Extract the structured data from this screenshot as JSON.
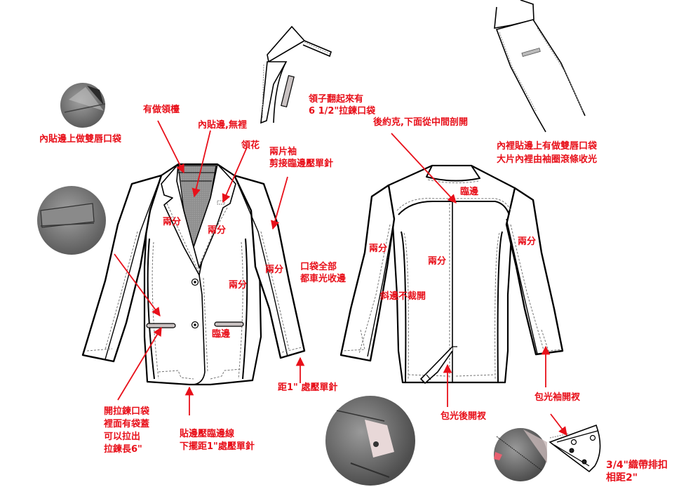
{
  "colors": {
    "annotation": "#e8101a",
    "outline": "#000000",
    "lining_fill": "#8a8a8a",
    "background": "#ffffff",
    "photo_gray": "#6e6e6e"
  },
  "front_view": {
    "labels": {
      "lapel": "有做領檯",
      "inner_facing": "內貼邊,無裡",
      "collar_flower": "領花",
      "two_piece_sleeve": "兩片袖\n剪接臨邊壓單針",
      "seam_left_lapel": "兩分",
      "seam_right_lapel": "兩分",
      "seam_sleeve": "兩分",
      "seam_side": "兩分",
      "pockets_note": "口袋全部\n都車光收邊",
      "pocket_edge": "臨邊",
      "cuff_stitch": "距1\" 處壓單針",
      "zip_pocket": "開拉鍊口袋\n裡面有袋蓋\n可以拉出\n拉鍊長6\"",
      "hem_stitch": "貼邊壓臨邊線\n下擺距1\"處壓單針"
    }
  },
  "back_view": {
    "labels": {
      "back_yoke": "後約克,下面從中間剖開",
      "yoke_edge": "臨邊",
      "seam_left_sleeve": "兩分",
      "seam_center": "兩分",
      "seam_right_sleeve": "兩分",
      "bias_edge": "斜邊不裁開",
      "back_vent": "包光後開衩",
      "sleeve_vent": "包光袖開衩"
    }
  },
  "detail_views": {
    "collar_zip_pocket": "領子翻起來有\n6 1/2\"拉鍊口袋",
    "inner_lining": "內裡貼邊上有做雙唇口袋\n大片內裡由袖圈滾條收光",
    "inner_facing_pocket": "內貼邊上做雙唇口袋",
    "webbing_buttons": "3/4\"織帶排扣\n相距2\""
  },
  "photos": [
    {
      "name": "photo-inner-pocket-top"
    },
    {
      "name": "photo-inner-pocket-flap"
    },
    {
      "name": "photo-back-vent"
    },
    {
      "name": "photo-sleeve-vent"
    }
  ]
}
